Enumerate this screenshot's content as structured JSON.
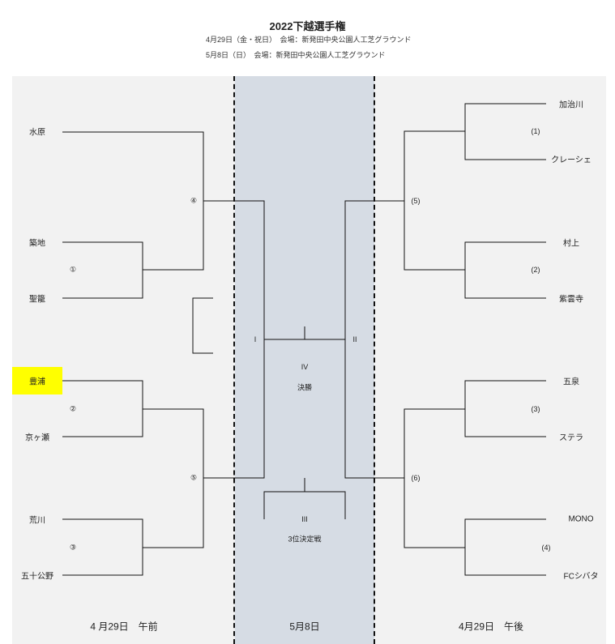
{
  "header": {
    "title": "2022下越選手権",
    "line1": "4月29日（金・祝日）　会場：新発田中央公園人工芝グラウンド",
    "line2": "5月8日（日）　会場：新発田中央公園人工芝グラウンド"
  },
  "teams_left": [
    "水原",
    "築地",
    "聖籠",
    "豊浦",
    "京ヶ瀬",
    "荒川",
    "五十公野"
  ],
  "teams_right": [
    "加治川",
    "クレーシェ",
    "村上",
    "紫雲寺",
    "五泉",
    "ステラ",
    "MONO",
    "FCシバタ"
  ],
  "match_labels": {
    "l1": "①",
    "l2": "②",
    "l3": "③",
    "l4": "④",
    "l5": "⑤",
    "r1": "(1)",
    "r2": "(2)",
    "r3": "(3)",
    "r4": "(4)",
    "r5": "(5)",
    "r6": "(6)",
    "semi_left": "I",
    "semi_right": "II",
    "final": "IV",
    "final_name": "決勝",
    "third": "III",
    "third_name": "3位決定戦"
  },
  "footer": {
    "left": "4 月29日　午前",
    "center": "5月8日",
    "right": "4月29日　午後"
  },
  "highlight_color": "#ffff00",
  "center_bg": "#d6dce4"
}
